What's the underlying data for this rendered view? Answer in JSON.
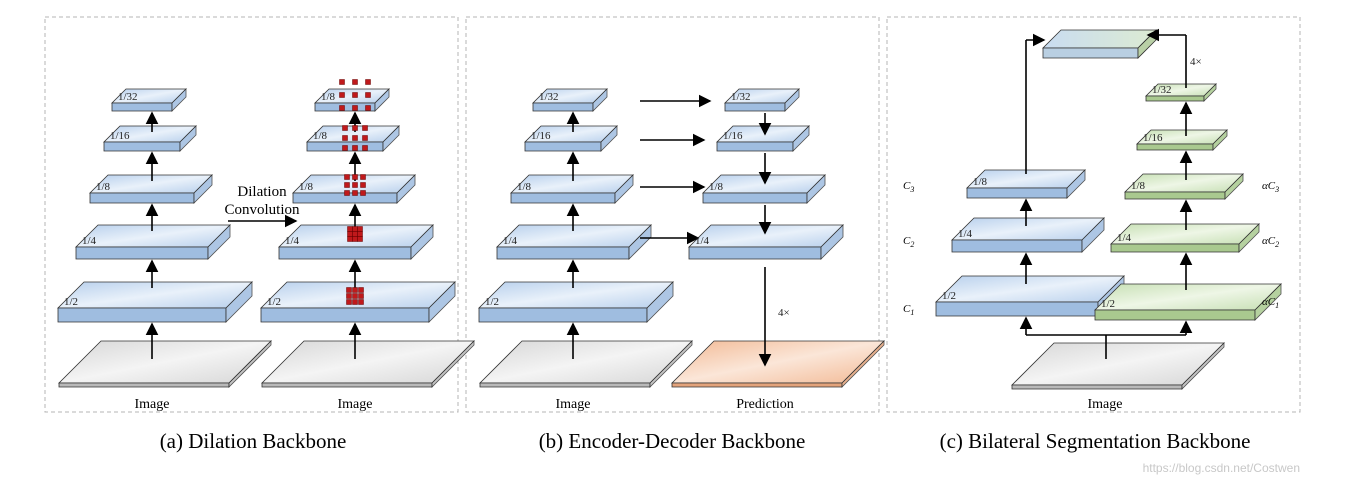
{
  "panels": {
    "a": {
      "caption": "(a) Dilation Backbone",
      "left_labels": [
        "1/32",
        "1/16",
        "1/8",
        "1/4",
        "1/2"
      ],
      "right_labels": [
        "1/8",
        "1/8",
        "1/8",
        "1/4",
        "1/2"
      ],
      "image_label_left": "Image",
      "image_label_right": "Image",
      "arrow_label": [
        "Dilation",
        "Convolution"
      ]
    },
    "b": {
      "caption": "(b) Encoder-Decoder Backbone",
      "left_labels": [
        "1/32",
        "1/16",
        "1/8",
        "1/4",
        "1/2"
      ],
      "right_labels": [
        "1/32",
        "1/16",
        "1/8",
        "1/4"
      ],
      "image_label": "Image",
      "prediction_label": "Prediction",
      "upsample_label": "4×"
    },
    "c": {
      "caption": "(c) Bilateral Segmentation Backbone",
      "left_labels": [
        "1/8",
        "1/4",
        "1/2"
      ],
      "right_labels": [
        "1/32",
        "1/16",
        "1/8",
        "1/4",
        "1/2"
      ],
      "c_labels": [
        "C3",
        "C2",
        "C1"
      ],
      "alpha_labels": [
        "αC3",
        "αC2",
        "αC1"
      ],
      "image_label": "Image",
      "upsample_label": "4×"
    }
  },
  "watermark": "https://blog.csdn.net/Costwen",
  "colors": {
    "blue_top": "#c9dcf1",
    "blue_side": "#9fbde0",
    "green_top": "#d6e8c8",
    "green_side": "#a9c98f",
    "gray_top": "#e2e2e2",
    "orange_top": "#f6cdb1",
    "dots": "#c0191b"
  }
}
